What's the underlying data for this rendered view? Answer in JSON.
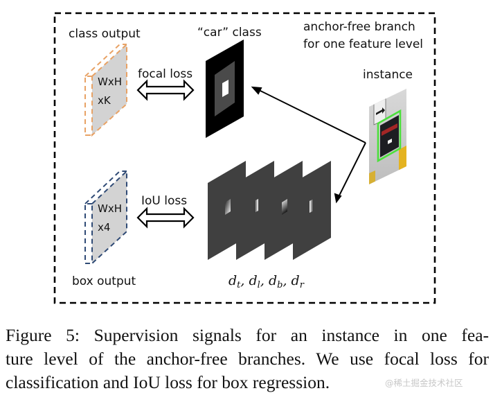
{
  "figure": {
    "frame_label": {
      "line1": "anchor-free branch",
      "line2": "for one feature level"
    },
    "class_output": {
      "title": "class output",
      "dim_line1": "WxH",
      "dim_line2": "xK",
      "border_color": "#E8A265"
    },
    "box_output": {
      "title": "box output",
      "dim_line1": "WxH",
      "dim_line2": "x4",
      "border_color": "#2F4A75"
    },
    "focal_loss_label": "focal loss",
    "iou_loss_label": "IoU loss",
    "car_class": {
      "title": "“car” class"
    },
    "instance": {
      "title": "instance",
      "bbox_color": "#4CE03C"
    },
    "regression_maps": {
      "count": 4,
      "label_parts": [
        {
          "base": "d",
          "sub": "t"
        },
        {
          "base": "d",
          "sub": "l"
        },
        {
          "base": "d",
          "sub": "b"
        },
        {
          "base": "d",
          "sub": "r"
        }
      ]
    },
    "colors": {
      "face_fill": "#D3D3D3",
      "map_dark": "#404040",
      "car_outer": "#000000",
      "car_inner": "#4A4A4A",
      "frame": "#000000"
    }
  },
  "caption": {
    "line1": "Figure 5: Supervision signals for an instance in one fea-",
    "line2": "ture level of the anchor-free branches. We use focal loss for",
    "line3": "classification and IoU loss for box regression."
  },
  "watermark": "@稀土掘金技术社区"
}
